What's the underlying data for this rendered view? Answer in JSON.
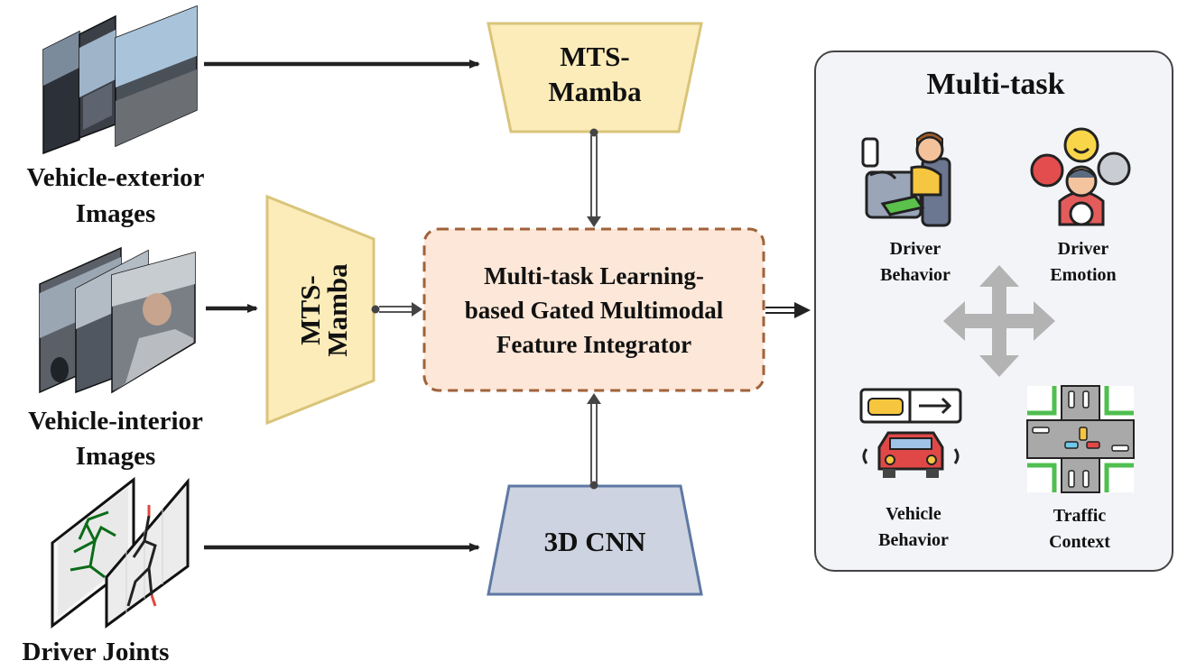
{
  "inputs": {
    "exterior": {
      "line1": "Vehicle-exterior",
      "line2": "Images"
    },
    "interior": {
      "line1": "Vehicle-interior",
      "line2": "Images"
    },
    "joints": {
      "label": "Driver Joints"
    }
  },
  "nodes": {
    "mts_top": {
      "line1": "MTS-",
      "line2": "Mamba"
    },
    "mts_mid": {
      "line1": "MTS-",
      "line2": "Mamba"
    },
    "cnn": {
      "label": "3D CNN"
    },
    "integrator": {
      "line1": "Multi-task Learning-",
      "line2": "based Gated Multimodal",
      "line3": "Feature Integrator"
    }
  },
  "multitask": {
    "title": "Multi-task",
    "tasks": {
      "driver_behavior": {
        "line1": "Driver",
        "line2": "Behavior"
      },
      "driver_emotion": {
        "line1": "Driver",
        "line2": "Emotion"
      },
      "vehicle_behavior": {
        "line1": "Vehicle",
        "line2": "Behavior"
      },
      "traffic_context": {
        "line1": "Traffic",
        "line2": "Context"
      }
    }
  },
  "colors": {
    "mamba_fill": "#fbecb9",
    "mamba_stroke": "#d9c47a",
    "cnn_fill": "#cdd3e0",
    "cnn_stroke": "#5e78a3",
    "integrator_fill": "#fce7d8",
    "integrator_stroke": "#a0623a",
    "panel_fill": "#f3f4f8",
    "cross_arrow": "#b3b3b3"
  }
}
